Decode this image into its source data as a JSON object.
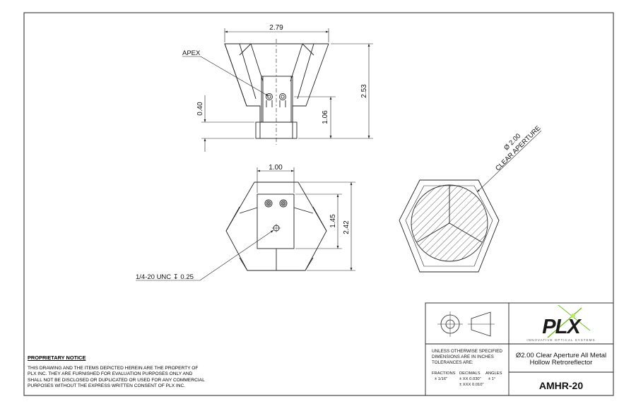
{
  "views": {
    "front": {
      "width_dim": "2.79",
      "height_dim": "2.53",
      "apex_label": "APEX",
      "base_height_dim": "0.40",
      "mount_height_dim": "1.06"
    },
    "bottom": {
      "mount_width_dim": "1.00",
      "mount_height_dim": "1.45",
      "overall_height_dim": "2.42",
      "thread_note": "1/4-20 UNC ↧ 0.25"
    },
    "rear": {
      "aperture_line1": "Ø 2.00",
      "aperture_line2": "CLEAR APERTURE"
    }
  },
  "notice": {
    "title": "PROPRIETARY NOTICE",
    "lines": [
      "THIS DRAWING AND THE ITEMS DEPICTED HEREIN ARE THE PROPERTY OF",
      "PLX INC. THEY ARE FURNISHED FOR EVALUATION PURPOSES ONLY AND",
      "SHALL NOT BE DISCLOSED OR DUPLICATED OR USED FOR ANY COMMERCIAL",
      "PURPOSES WITHOUT THE EXPRESS WRITTEN CONSENT OF PLX INC."
    ]
  },
  "title_block": {
    "tolerance_lines": [
      "UNLESS OTHERWISE SPECIFIED",
      "DIMENSIONS ARE IN INCHES",
      "TOLERANCES ARE:"
    ],
    "fractions_label": "FRACTIONS",
    "fractions_value": "± 1/16\"",
    "decimals_label": "DECIMALS",
    "decimals_xx": "± XX  0.030\"",
    "decimals_xxx": "± XXX 0.010\"",
    "angles_label": "ANGLES",
    "angles_value": "± 1°",
    "logo_text": "PLX",
    "logo_tagline": "INNOVATIVE OPTICAL SYSTEMS",
    "description_line1": "Ø2.00 Clear Aperture All Metal",
    "description_line2": "Hollow Retroreflector",
    "part_number": "AMHR-20"
  },
  "colors": {
    "line": "#222222",
    "logo_green": "#6fbf1f",
    "logo_dark": "#1a1a1a"
  }
}
